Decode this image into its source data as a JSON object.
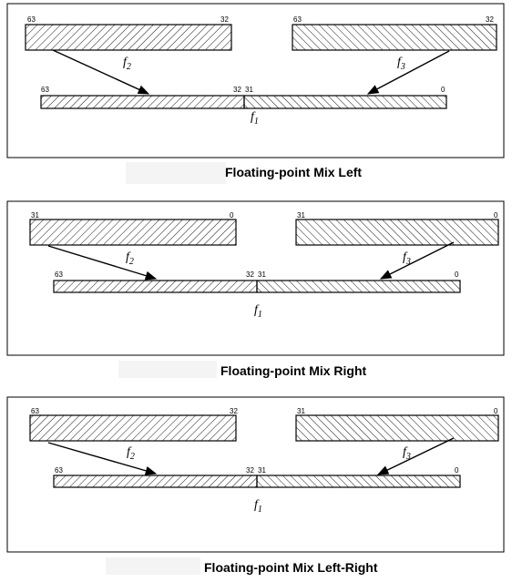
{
  "panels": [
    {
      "caption": "Floating-point Mix Left",
      "src_left": {
        "name": "f",
        "sub": "2",
        "hi": "63",
        "lo": "32",
        "pattern": "fwd"
      },
      "src_right": {
        "name": "f",
        "sub": "3",
        "hi": "63",
        "lo": "32",
        "pattern": "back"
      },
      "dest": {
        "name": "f",
        "sub": "1",
        "hi": "63",
        "mid_hi": "32",
        "mid_lo": "31",
        "lo": "0"
      }
    },
    {
      "caption": "Floating-point Mix Right",
      "src_left": {
        "name": "f",
        "sub": "2",
        "hi": "31",
        "lo": "0",
        "pattern": "fwd"
      },
      "src_right": {
        "name": "f",
        "sub": "3",
        "hi": "31",
        "lo": "0",
        "pattern": "back"
      },
      "dest": {
        "name": "f",
        "sub": "1",
        "hi": "63",
        "mid_hi": "32",
        "mid_lo": "31",
        "lo": "0"
      }
    },
    {
      "caption": "Floating-point Mix Left-Right",
      "src_left": {
        "name": "f",
        "sub": "2",
        "hi": "63",
        "lo": "32",
        "pattern": "fwd"
      },
      "src_right": {
        "name": "f",
        "sub": "3",
        "hi": "31",
        "lo": "0",
        "pattern": "back"
      },
      "dest": {
        "name": "f",
        "sub": "1",
        "hi": "63",
        "mid_hi": "32",
        "mid_lo": "31",
        "lo": "0"
      }
    }
  ],
  "colors": {
    "stroke": "#000000",
    "background": "#ffffff",
    "caption_highlight": "#f4f4f4"
  }
}
